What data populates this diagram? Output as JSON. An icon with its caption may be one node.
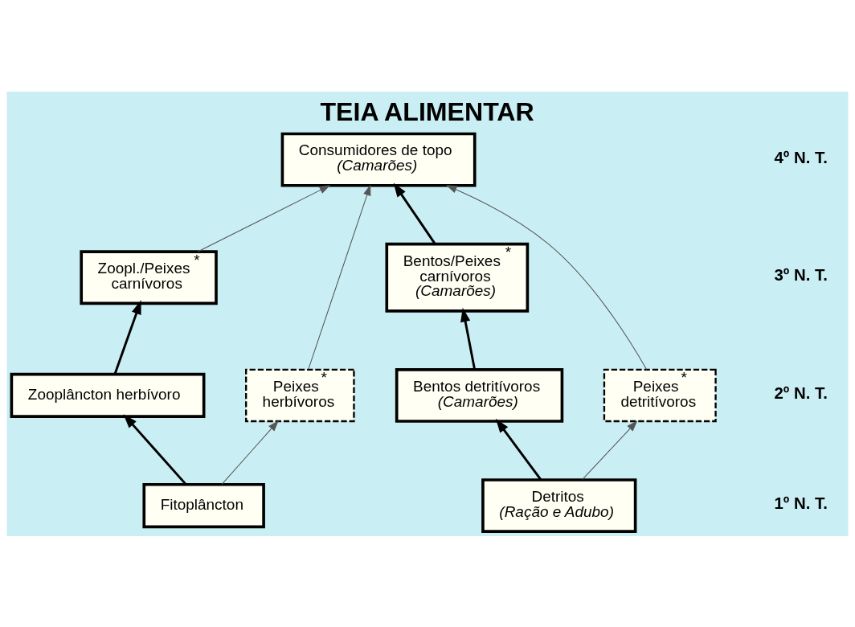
{
  "diagram": {
    "title": "TEIA ALIMENTAR",
    "nodes": [
      {
        "text": [
          "Consumidores de topo",
          "*(Camarões)*"
        ]
      },
      {
        "text": [
          "Zoopl./Peixes$^{*}$ carnívoros"
        ]
      },
      {
        "text": [
          "Bentos/Peixes$^{*}$ carnívoros",
          "*(Camarões)*"
        ]
      },
      {
        "text": [
          "Zooplâncton herbívoro"
        ]
      },
      {
        "text": [
          "Peixes$^{*}$ herbívoros"
        ]
      },
      {
        "text": [
          "Bentos detritívoros",
          "*(Camarões)*"
        ]
      },
      {
        "text": [
          "Peixes$^{*}$ detritívoros"
        ]
      },
      {
        "text": [
          "Fitoplâncton"
        ]
      },
      {
        "text": [
          "Detritos",
          "*(Ração e Adubo)*"
        ]
      }
    ],
    "edges": [
      {
        "from": 7,
        "to": 3,
        "arrow": "to",
        "style": "thick"
      },
      {
        "from": 7,
        "to": 4,
        "arrow": "to"
      },
      {
        "from": 8,
        "to": 5,
        "arrow": "to",
        "style": "thick"
      },
      {
        "from": 8,
        "to": 6,
        "arrow": "to"
      },
      {
        "from": 3,
        "to": 1,
        "arrow": "to",
        "style": "thick"
      },
      {
        "from": 5,
        "to": 2,
        "arrow": "to",
        "style": "thick"
      },
      {
        "from": 1,
        "to": 0,
        "arrow": "to"
      },
      {
        "from": 2,
        "to": 0,
        "arrow": "to",
        "style": "thick"
      },
      {
        "from": 4,
        "to": 0,
        "arrow": "to"
      },
      {
        "from": 6,
        "to": 0,
        "arrow": "to"
      }
    ],
    "labels": [
      "4º N. T.",
      "3º N. T.",
      "2º N. T.",
      "1º N. T."
    ]
  }
}
